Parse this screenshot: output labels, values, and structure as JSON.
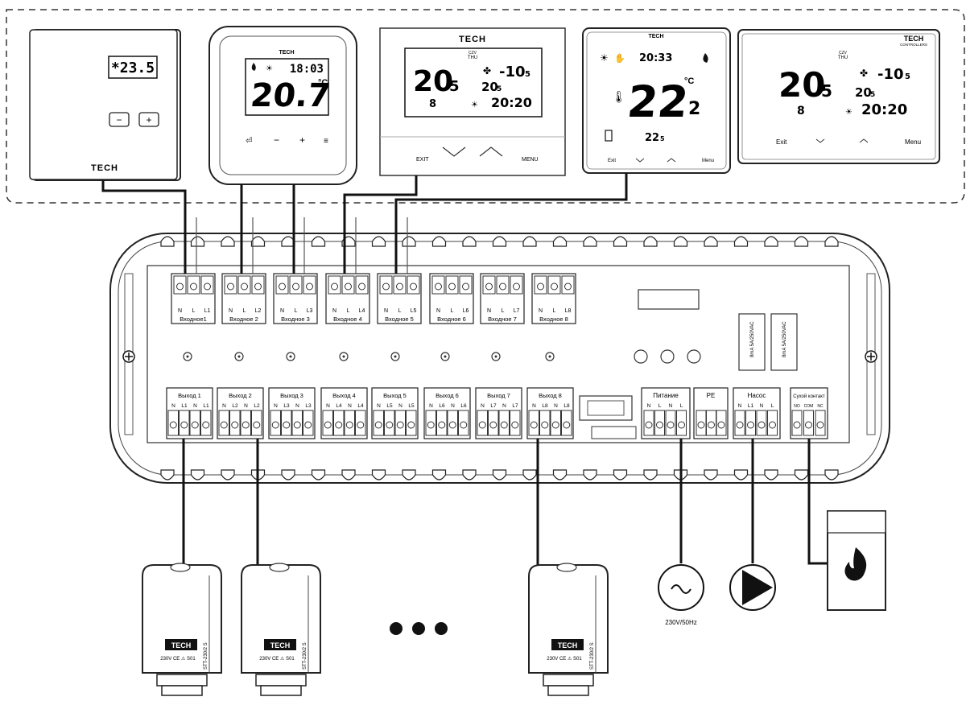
{
  "thermostats": [
    {
      "lcd": "*23.5",
      "minus": "−",
      "plus": "+",
      "brand": "TECH"
    },
    {
      "brand": "TECH",
      "time": "18:03",
      "temp": "20.7",
      "unit": "°C"
    },
    {
      "brand": "TECH",
      "day_top": "CZV",
      "day": "THU",
      "temp": "20",
      "temp_dec": "5",
      "outside": "-10",
      "outside_dec": "5",
      "set": "20",
      "set_dec": "5",
      "zones": "8",
      "time": "20:20",
      "exit": "EXIT",
      "menu": "MENU"
    },
    {
      "brand": "TECH",
      "time": "20:33",
      "temp": "22",
      "temp_dec": "2",
      "unit": "°C",
      "setpoint": "22",
      "setpoint_dec": "5",
      "exit": "Exit",
      "menu": "Menu"
    },
    {
      "brand": "TECH",
      "sub": "CONTROLLERS",
      "day_top": "CZV",
      "day": "THU",
      "temp": "20",
      "temp_dec": "5",
      "outside": "-10",
      "outside_dec": "5",
      "set": "20",
      "set_dec": "5",
      "zones": "8",
      "time": "20:20",
      "exit": "Exit",
      "menu": "Menu"
    }
  ],
  "inputs": [
    {
      "label": "Входное1",
      "pins": [
        "N",
        "L",
        "L1"
      ]
    },
    {
      "label": "Входное 2",
      "pins": [
        "N",
        "L",
        "L2"
      ]
    },
    {
      "label": "Входное 3",
      "pins": [
        "N",
        "L",
        "L3"
      ]
    },
    {
      "label": "Входное 4",
      "pins": [
        "N",
        "L",
        "L4"
      ]
    },
    {
      "label": "Входное 5",
      "pins": [
        "N",
        "L",
        "L5"
      ]
    },
    {
      "label": "Входное 6",
      "pins": [
        "N",
        "L",
        "L6"
      ]
    },
    {
      "label": "Входное 7",
      "pins": [
        "N",
        "L",
        "L7"
      ]
    },
    {
      "label": "Входное 8",
      "pins": [
        "N",
        "L",
        "L8"
      ]
    }
  ],
  "outputs": [
    {
      "label": "Выход 1",
      "pins": [
        "N",
        "L1",
        "N",
        "L1"
      ]
    },
    {
      "label": "Выход 2",
      "pins": [
        "N",
        "L2",
        "N",
        "L2"
      ]
    },
    {
      "label": "Выход 3",
      "pins": [
        "N",
        "L3",
        "N",
        "L3"
      ]
    },
    {
      "label": "Выход 4",
      "pins": [
        "N",
        "L4",
        "N",
        "L4"
      ]
    },
    {
      "label": "Выход 5",
      "pins": [
        "N",
        "L5",
        "N",
        "L5"
      ]
    },
    {
      "label": "Выход 6",
      "pins": [
        "N",
        "L6",
        "N",
        "L6"
      ]
    },
    {
      "label": "Выход 7",
      "pins": [
        "N",
        "L7",
        "N",
        "L7"
      ]
    },
    {
      "label": "Выход 8",
      "pins": [
        "N",
        "L8",
        "N",
        "L8"
      ]
    }
  ],
  "power": {
    "label": "Питание",
    "pins": [
      "N",
      "L",
      "N",
      "L"
    ]
  },
  "pe": {
    "label": "PE"
  },
  "pump": {
    "label": "Насос",
    "pins": [
      "N",
      "L1",
      "N",
      "L"
    ]
  },
  "dry_contact": {
    "label": "Сухой контакт",
    "pins": [
      "NO",
      "COM",
      "NC"
    ]
  },
  "fuses": [
    "8mA 5A/250VAC",
    "8mA 5A/250VAC"
  ],
  "supply": "230V/50Hz",
  "actuator": {
    "brand": "TECH",
    "model": "STT-230/2 S",
    "spec": "230V  CE  ⚠  S01"
  },
  "icons": {
    "supply": "ac-source-icon",
    "pump": "pump-icon",
    "boiler": "flame-icon"
  }
}
